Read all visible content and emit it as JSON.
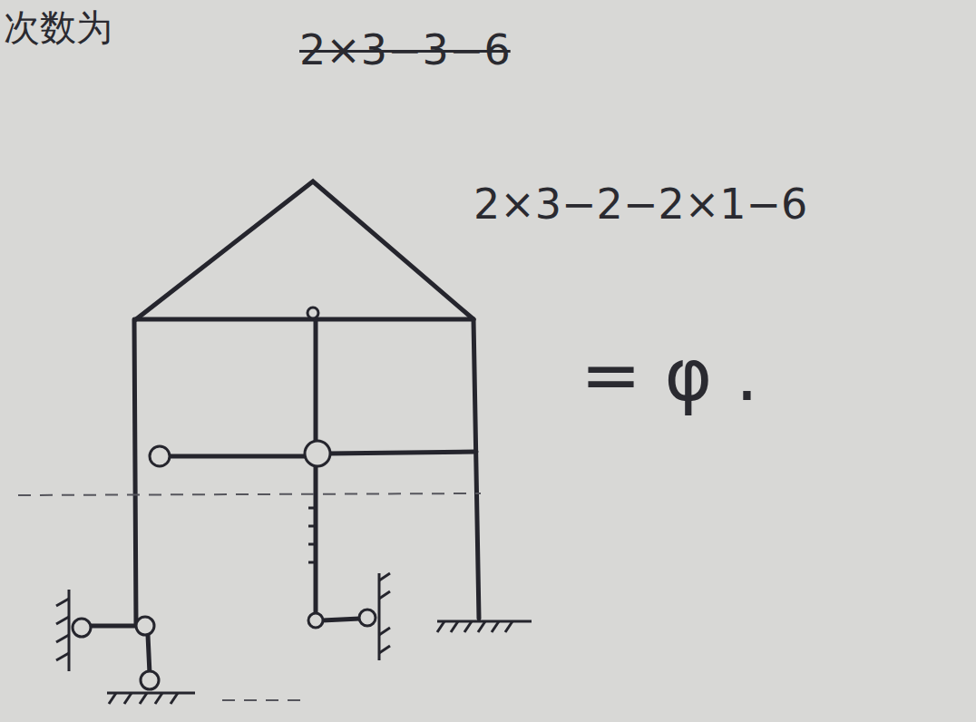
{
  "diagram": {
    "labels": [
      "次数为",
      "2×3−3−6",
      "2×3−2−2×1−6",
      "= φ ."
    ]
  }
}
